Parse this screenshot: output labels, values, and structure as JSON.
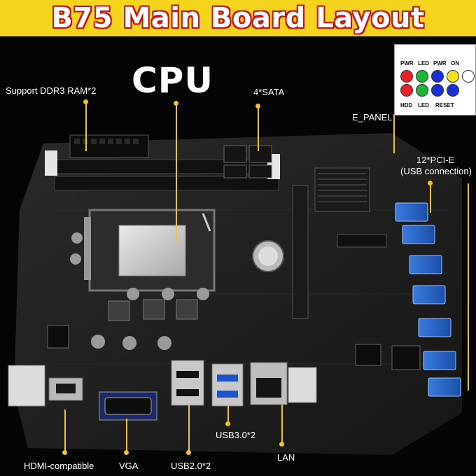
{
  "header": {
    "title": "B75 Main Board Layout"
  },
  "labels": {
    "cpu": "CPU",
    "ram": "Support DDR3 RAM*2",
    "sata": "4*SATA",
    "e_panel": "E_PANEL",
    "pcie_line1": "12*PCI-E",
    "pcie_line2": "(USB connection)",
    "hdmi": "HDMI-compatible",
    "vga": "VGA",
    "usb2": "USB2.0*2",
    "usb3": "USB3.0*2",
    "lan": "LAN"
  },
  "e_panel_diagram": {
    "top_labels": [
      "PWR",
      "LED",
      "PWR",
      "ON"
    ],
    "bottom_labels": [
      "HDD",
      "LED",
      "RESET"
    ],
    "pin_colors": [
      "#e8202a",
      "#1fb43a",
      "#1a2fd8",
      "#f3e21b"
    ]
  },
  "colors": {
    "banner": "#f4d41c",
    "banner_outline": "#c11111",
    "leader": "#f4c21c"
  }
}
